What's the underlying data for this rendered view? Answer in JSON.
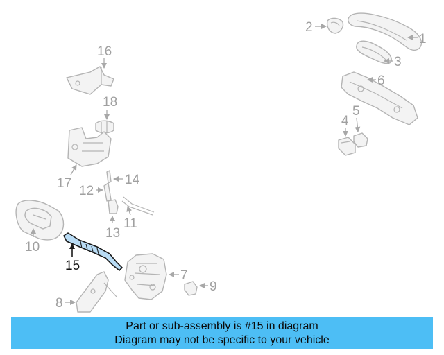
{
  "callouts": {
    "c1": "1",
    "c2": "2",
    "c3": "3",
    "c4": "4",
    "c5": "5",
    "c6": "6",
    "c7": "7",
    "c8": "8",
    "c9": "9",
    "c10": "10",
    "c11": "11",
    "c12": "12",
    "c13": "13",
    "c14": "14",
    "c15": "15",
    "c16": "16",
    "c17": "17",
    "c18": "18"
  },
  "highlight": {
    "part_number": "15",
    "fill_color": "#b9dcf5"
  },
  "banner": {
    "line1": "Part or sub-assembly is #15 in diagram",
    "line2": "Diagram may not be specific to your vehicle",
    "background_color": "#4dbef5"
  }
}
